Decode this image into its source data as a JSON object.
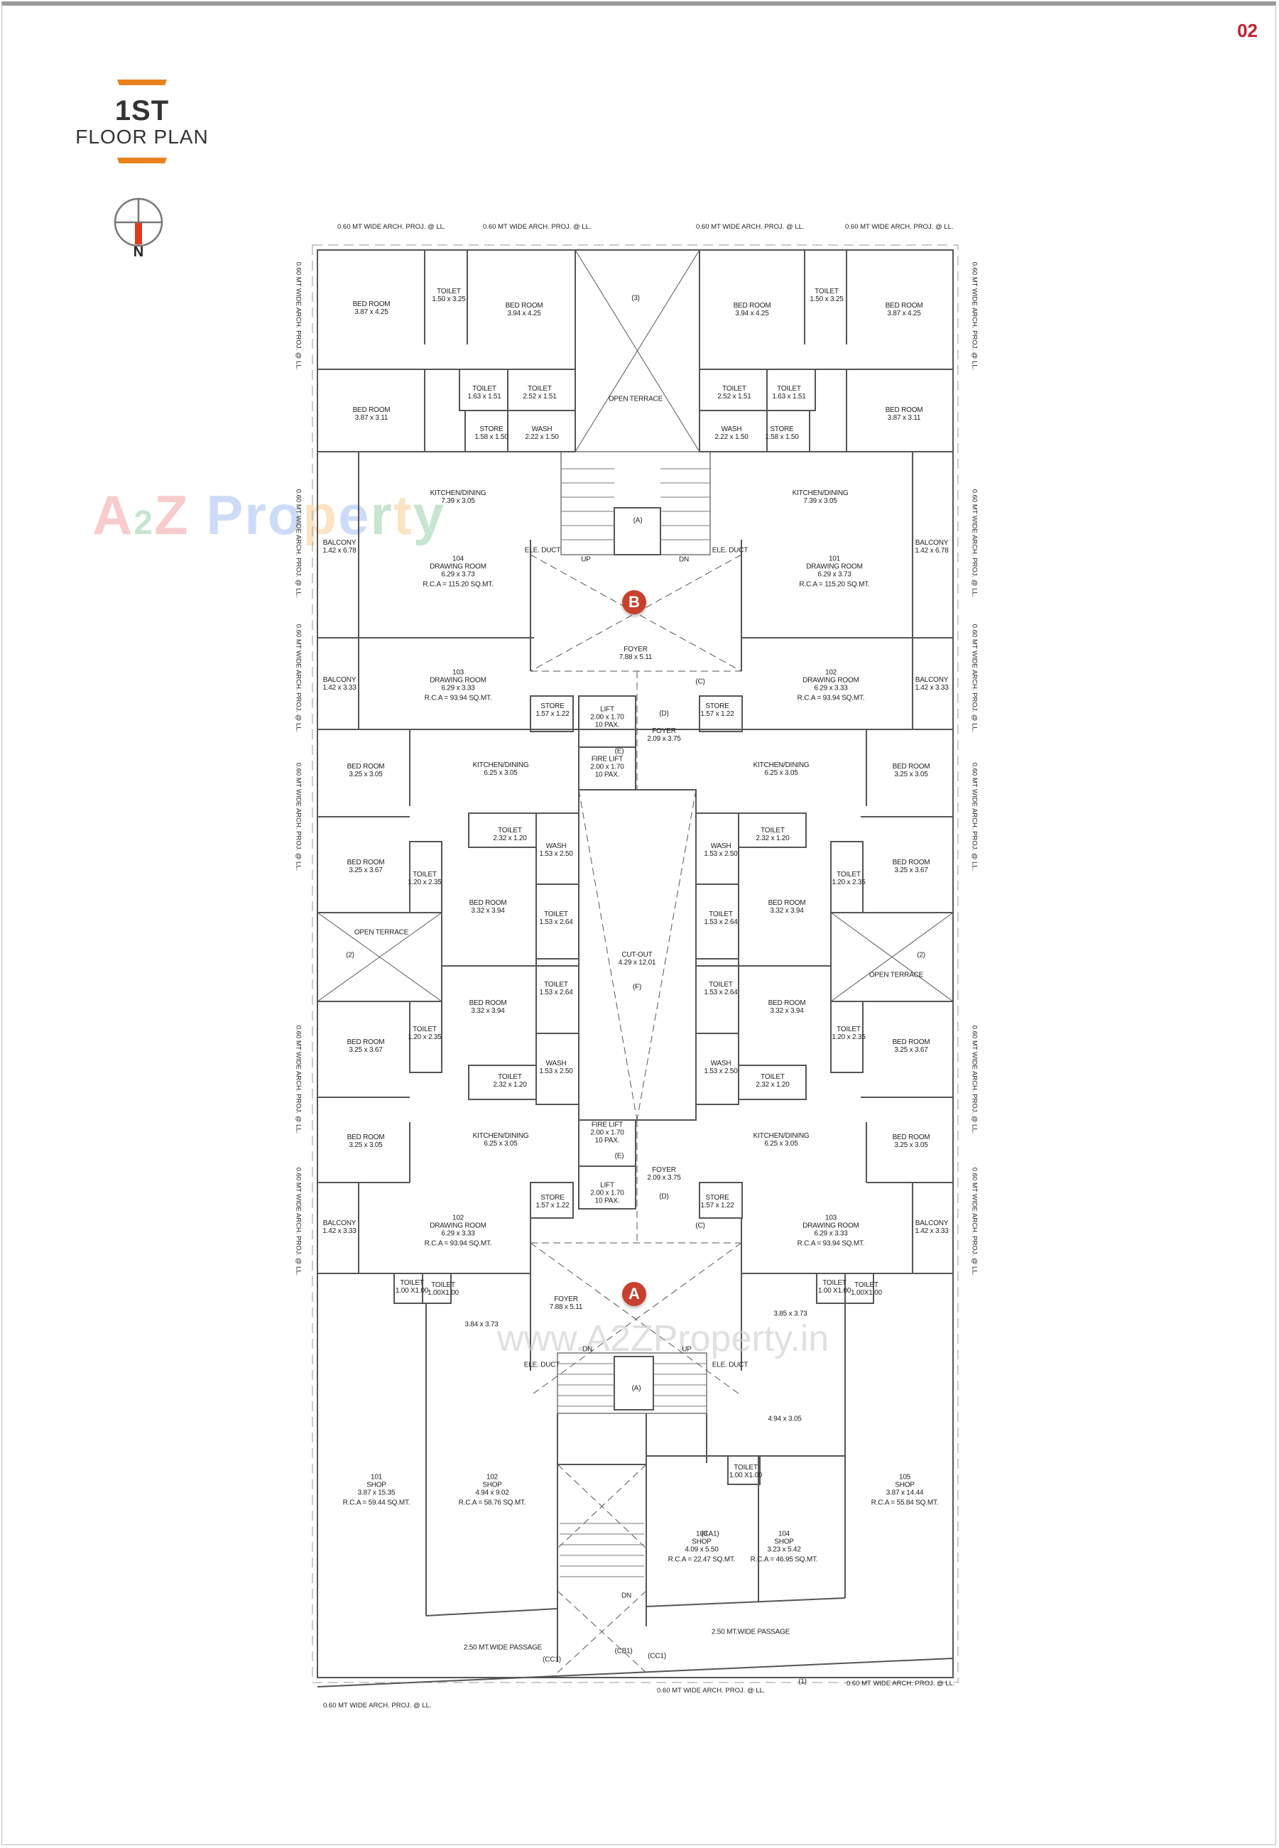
{
  "page_number": "02",
  "title": {
    "line1": "1ST",
    "line2": "FLOOR PLAN"
  },
  "compass": {
    "label": "N",
    "icon": "north-arrow-icon"
  },
  "colors": {
    "accent_orange": "#e8821e",
    "marker_red": "#c8402e",
    "page_number_red": "#c8202f"
  },
  "watermarks": {
    "logo_text": "A2Z Property",
    "url_text": "www.A2ZProperty.in"
  },
  "projections": {
    "top": [
      "0.60 MT WIDE ARCH. PROJ. @ LL.",
      "0.60 MT WIDE ARCH. PROJ. @ LL.",
      "0.60 MT WIDE ARCH. PROJ. @ LL.",
      "0.60 MT WIDE ARCH. PROJ. @ LL."
    ],
    "left": [
      "0.60 MT WIDE ARCH. PROJ. @ LL.",
      "0.60 MT WIDE ARCH. PROJ. @ LL.",
      "0.60 MT WIDE ARCH. PROJ. @ LL.",
      "0.60 MT WIDE ARCH. PROJ. @ LL.",
      "0.60 MT WIDE ARCH. PROJ. @ LL.",
      "0.60 MT WIDE ARCH. PROJ. @ LL."
    ],
    "right": [
      "0.60 MT WIDE ARCH. PROJ. @ LL.",
      "0.60 MT WIDE ARCH. PROJ. @ LL.",
      "0.60 MT WIDE ARCH. PROJ. @ LL.",
      "0.60 MT WIDE ARCH. PROJ. @ LL.",
      "0.60 MT WIDE ARCH. PROJ. @ LL.",
      "0.60 MT WIDE ARCH. PROJ. @ LL."
    ],
    "bottom": [
      "0.60 MT WIDE ARCH. PROJ. @ LL.",
      "0.60 MT WIDE ARCH. PROJ. @ LL.",
      "0.60 MT WIDE ARCH. PROJ. @ LL."
    ]
  },
  "wings": {
    "B": {
      "marker": "B",
      "labels": [
        {
          "name": "BED ROOM",
          "dim": "3.87 x 4.25"
        },
        {
          "name": "TOILET",
          "dim": "1.50 x 3.25"
        },
        {
          "name": "BED ROOM",
          "dim": "3.94 x 4.25"
        },
        {
          "name": "(3)",
          "dim": ""
        },
        {
          "name": "BED ROOM",
          "dim": "3.94 x 4.25"
        },
        {
          "name": "TOILET",
          "dim": "1.50 x 3.25"
        },
        {
          "name": "BED ROOM",
          "dim": "3.87 x 4.25"
        },
        {
          "name": "BED ROOM",
          "dim": "3.87 x 3.11"
        },
        {
          "name": "TOILET",
          "dim": "1.63 x 1.51"
        },
        {
          "name": "TOILET",
          "dim": "2.52 x 1.51"
        },
        {
          "name": "OPEN TERRACE",
          "dim": ""
        },
        {
          "name": "TOILET",
          "dim": "2.52 x 1.51"
        },
        {
          "name": "TOILET",
          "dim": "1.63 x 1.51"
        },
        {
          "name": "BED ROOM",
          "dim": "3.87 x 3.11"
        },
        {
          "name": "STORE",
          "dim": "1.58 x 1.50"
        },
        {
          "name": "WASH",
          "dim": "2.22 x 1.50"
        },
        {
          "name": "WASH",
          "dim": "2.22 x 1.50"
        },
        {
          "name": "STORE",
          "dim": "1.58 x 1.50"
        },
        {
          "name": "KITCHEN/DINING",
          "dim": "7.39 x 3.05"
        },
        {
          "name": "KITCHEN/DINING",
          "dim": "7.39 x 3.05"
        },
        {
          "name": "(A)",
          "dim": ""
        },
        {
          "name": "BALCONY",
          "dim": "1.42 x 6.78"
        },
        {
          "name": "BALCONY",
          "dim": "1.42 x 6.78"
        },
        {
          "name": "ELE. DUCT",
          "dim": ""
        },
        {
          "name": "ELE. DUCT",
          "dim": ""
        },
        {
          "name": "UP",
          "dim": ""
        },
        {
          "name": "DN",
          "dim": ""
        },
        {
          "name": "104 DRAWING ROOM",
          "dim": "6.29 x 3.73",
          "rca": "R.C.A = 115.20 SQ.MT."
        },
        {
          "name": "101 DRAWING ROOM",
          "dim": "6.29 x 3.73",
          "rca": "R.C.A = 115.20 SQ.MT."
        },
        {
          "name": "FOYER",
          "dim": "7.88 x 5.11"
        },
        {
          "name": "103 DRAWING ROOM",
          "dim": "6.29 x 3.33",
          "rca": "R.C.A = 93.94 SQ.MT."
        },
        {
          "name": "102 DRAWING ROOM",
          "dim": "6.29 x 3.33",
          "rca": "R.C.A = 93.94 SQ.MT."
        },
        {
          "name": "BALCONY",
          "dim": "1.42 x 3.33"
        },
        {
          "name": "BALCONY",
          "dim": "1.42 x 3.33"
        },
        {
          "name": "(C)",
          "dim": ""
        },
        {
          "name": "STORE",
          "dim": "1.57 x 1.22"
        },
        {
          "name": "STORE",
          "dim": "1.57 x 1.22"
        },
        {
          "name": "LIFT",
          "dim": "2.00 x 1.70",
          "extra": "10 PAX."
        },
        {
          "name": "(D)",
          "dim": ""
        },
        {
          "name": "FOYER",
          "dim": "2.09 x 3.75"
        },
        {
          "name": "(E)",
          "dim": ""
        },
        {
          "name": "FIRE LIFT",
          "dim": "2.00 x 1.70",
          "extra": "10 PAX."
        }
      ]
    },
    "middle": {
      "labels": [
        {
          "name": "BED ROOM",
          "dim": "3.25 x 3.05"
        },
        {
          "name": "KITCHEN/DINING",
          "dim": "6.25 x 3.05"
        },
        {
          "name": "KITCHEN/DINING",
          "dim": "6.25 x 3.05"
        },
        {
          "name": "BED ROOM",
          "dim": "3.25 x 3.05"
        },
        {
          "name": "TOILET",
          "dim": "2.32 x 1.20"
        },
        {
          "name": "TOILET",
          "dim": "2.32 x 1.20"
        },
        {
          "name": "BED ROOM",
          "dim": "3.25 x 3.67"
        },
        {
          "name": "TOILET",
          "dim": "1.20 x 2.35"
        },
        {
          "name": "WASH",
          "dim": "1.53 x 2.50"
        },
        {
          "name": "WASH",
          "dim": "1.53 x 2.50"
        },
        {
          "name": "TOILET",
          "dim": "1.20 x 2.35"
        },
        {
          "name": "BED ROOM",
          "dim": "3.25 x 3.67"
        },
        {
          "name": "BED ROOM",
          "dim": "3.32 x 3.94"
        },
        {
          "name": "BED ROOM",
          "dim": "3.32 x 3.94"
        },
        {
          "name": "TOILET",
          "dim": "1.53 x 2.64"
        },
        {
          "name": "TOILET",
          "dim": "1.53 x 2.64"
        },
        {
          "name": "OPEN TERRACE",
          "dim": ""
        },
        {
          "name": "(2)",
          "dim": ""
        },
        {
          "name": "CUT-OUT",
          "dim": "4.29 x 12.01"
        },
        {
          "name": "(F)",
          "dim": ""
        },
        {
          "name": "(2)",
          "dim": ""
        },
        {
          "name": "OPEN TERRACE",
          "dim": ""
        },
        {
          "name": "BED ROOM",
          "dim": "3.32 x 3.94"
        },
        {
          "name": "BED ROOM",
          "dim": "3.32 x 3.94"
        },
        {
          "name": "TOILET",
          "dim": "1.53 x 2.64"
        },
        {
          "name": "TOILET",
          "dim": "1.53 x 2.64"
        },
        {
          "name": "BED ROOM",
          "dim": "3.25 x 3.67"
        },
        {
          "name": "TOILET",
          "dim": "1.20 x 2.35"
        },
        {
          "name": "TOILET",
          "dim": "1.20 x 2.35"
        },
        {
          "name": "BED ROOM",
          "dim": "3.25 x 3.67"
        },
        {
          "name": "WASH",
          "dim": "1.53 x 2.50"
        },
        {
          "name": "WASH",
          "dim": "1.53 x 2.50"
        },
        {
          "name": "TOILET",
          "dim": "2.32 x 1.20"
        },
        {
          "name": "TOILET",
          "dim": "2.32 x 1.20"
        },
        {
          "name": "BED ROOM",
          "dim": "3.25 x 3.05"
        },
        {
          "name": "KITCHEN/DINING",
          "dim": "6.25 x 3.05"
        },
        {
          "name": "KITCHEN/DINING",
          "dim": "6.25 x 3.05"
        },
        {
          "name": "BED ROOM",
          "dim": "3.25 x 3.05"
        }
      ]
    },
    "A": {
      "marker": "A",
      "labels": [
        {
          "name": "FIRE LIFT",
          "dim": "2.00 x 1.70",
          "extra": "10 PAX."
        },
        {
          "name": "(E)",
          "dim": ""
        },
        {
          "name": "FOYER",
          "dim": "2.09 x 3.75"
        },
        {
          "name": "LIFT",
          "dim": "2.00 x 1.70",
          "extra": "10 PAX."
        },
        {
          "name": "(D)",
          "dim": ""
        },
        {
          "name": "STORE",
          "dim": "1.57 x 1.22"
        },
        {
          "name": "STORE",
          "dim": "1.57 x 1.22"
        },
        {
          "name": "(C)",
          "dim": ""
        },
        {
          "name": "BALCONY",
          "dim": "1.42 x 3.33"
        },
        {
          "name": "102 DRAWING ROOM",
          "dim": "6.29 x 3.33",
          "rca": "R.C.A = 93.94 SQ.MT."
        },
        {
          "name": "103 DRAWING ROOM",
          "dim": "6.29 x 3.33",
          "rca": "R.C.A = 93.94 SQ.MT."
        },
        {
          "name": "BALCONY",
          "dim": "1.42 x 3.33"
        },
        {
          "name": "TOILET",
          "dim": "1.00 X1.00"
        },
        {
          "name": "TOILET",
          "dim": "1.00X1.00"
        },
        {
          "name": "TOILET",
          "dim": "1.00 X1.00"
        },
        {
          "name": "TOILET",
          "dim": "1.00X1.00"
        },
        {
          "name": "FOYER",
          "dim": "7.88 x 5.11"
        },
        {
          "name": "",
          "dim": "3.84 x 3.73"
        },
        {
          "name": "",
          "dim": "3.85 x 3.73"
        },
        {
          "name": "ELE. DUCT",
          "dim": ""
        },
        {
          "name": "ELE. DUCT",
          "dim": ""
        },
        {
          "name": "DN",
          "dim": ""
        },
        {
          "name": "UP",
          "dim": ""
        },
        {
          "name": "(A)",
          "dim": ""
        },
        {
          "name": "",
          "dim": "4.94 x 3.05"
        },
        {
          "name": "TOILET",
          "dim": "1.00 X1.00"
        },
        {
          "name": "101 SHOP",
          "dim": "3.87 x 15.35",
          "rca": "R.C.A = 59.44 SQ.MT."
        },
        {
          "name": "102 SHOP",
          "dim": "4.94 x 9.02",
          "rca": "R.C.A = 58.76 SQ.MT."
        },
        {
          "name": "(CA1)",
          "dim": ""
        },
        {
          "name": "103 SHOP",
          "dim": "4.09 x 5.50",
          "rca": "R.C.A = 22.47 SQ.MT."
        },
        {
          "name": "104 SHOP",
          "dim": "3.23 x 5.42",
          "rca": "R.C.A = 46.95 SQ.MT."
        },
        {
          "name": "105 SHOP",
          "dim": "3.87 x 14.44",
          "rca": "R.C.A = 55.84 SQ.MT."
        },
        {
          "name": "DN",
          "dim": ""
        },
        {
          "name": "2.50 MT.WIDE PASSAGE",
          "dim": ""
        },
        {
          "name": "2.50 MT.WIDE PASSAGE",
          "dim": ""
        },
        {
          "name": "(CC1)",
          "dim": ""
        },
        {
          "name": "(CB1)",
          "dim": ""
        },
        {
          "name": "(CC1)",
          "dim": ""
        },
        {
          "name": "(1)",
          "dim": ""
        }
      ]
    }
  }
}
